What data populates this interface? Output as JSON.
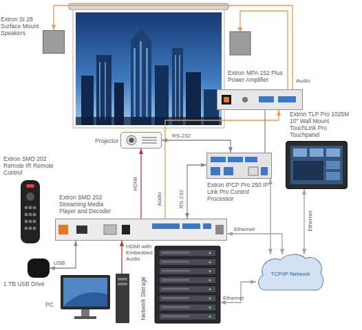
{
  "diagram": {
    "nodes": [
      {
        "text": [
          "Extron SI 28 Surface Mount Speakers"
        ]
      },
      {
        "text": [
          "Extron MPA 152 Plus Power Amplifier"
        ]
      },
      {
        "text": [
          "Projector"
        ]
      },
      {
        "text": [
          "Extron SMD 202 Remote IR Remote Control"
        ]
      },
      {
        "text": [
          "Extron SMD 202 Streaming Media Player and Decoder"
        ]
      },
      {
        "text": [
          "Extron IPCP Pro 250 IP Link Pro Control Processor"
        ]
      },
      {
        "text": [
          "Extron TLP Pro 1025M 10\" Wall Mount TouchLink Pro Touchpanel"
        ]
      },
      {
        "text": [
          "1 TB USB Drive"
        ]
      },
      {
        "text": [
          "PC"
        ]
      },
      {
        "text": [
          "Network Storage"
        ]
      },
      {
        "text": [
          "TCP/IP Network"
        ]
      }
    ],
    "edges": [
      {
        "from": 1,
        "to": 0,
        "label": "Audio",
        "arrow": "to"
      },
      {
        "from": 4,
        "to": 2,
        "label": "HDMI",
        "arrow": "to"
      },
      {
        "from": 4,
        "to": 1,
        "label": "Audio",
        "arrow": "to"
      },
      {
        "from": 5,
        "to": 2,
        "label": "RS-232",
        "arrow": "both"
      },
      {
        "from": 5,
        "to": 4,
        "label": "RS-232",
        "arrow": "both"
      },
      {
        "from": 5,
        "to": 1,
        "arrow": "none"
      },
      {
        "from": 4,
        "to": 7,
        "label": "USB",
        "arrow": "both"
      },
      {
        "from": 8,
        "to": 4,
        "label": "HDMI with Embedded Audio",
        "arrow": "to"
      },
      {
        "from": 4,
        "to": 10,
        "label": "Ethernet",
        "arrow": "both"
      },
      {
        "from": 6,
        "to": 10,
        "label": "Ethernet",
        "arrow": "both"
      },
      {
        "from": 5,
        "to": 10,
        "arrow": "both"
      },
      {
        "from": 9,
        "to": 10,
        "label": "Ethernet",
        "arrow": "both"
      }
    ]
  }
}
